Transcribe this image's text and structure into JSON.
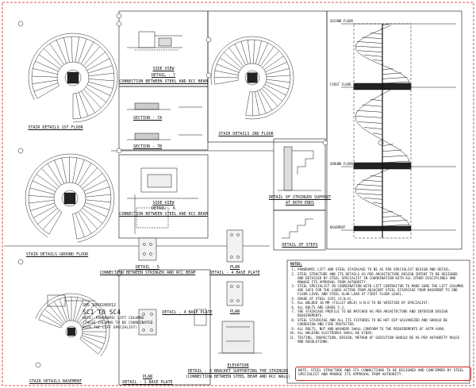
{
  "sheet": {
    "accent_color": "#d21b1b",
    "line_color": "#111111"
  },
  "titles": {
    "stair_1st": "STAIR DETAILS 1ST FLOOR",
    "stair_2nd": "STAIR DETAILS 2ND FLOOR",
    "stair_ground": "STAIR DETAILS GROUND FLOOR",
    "stair_basement": "STAIR DETAILS BASEMENT",
    "side_view_1": "SIDE VIEW",
    "detail_7": "DETAIL - 7",
    "detail_7_sub": "CONNECTION BETWEEN STEEL AND RCC BEAM",
    "section_7a": "SECTION - 7A",
    "section_7b": "SECTION - 7B",
    "side_view_2": "SIDE VIEW",
    "detail_6": "DETAIL - 6",
    "detail_6_sub": "CONNECTION BETWEEN STEEL AND RCC BEAM",
    "detail_5": "DETAIL - 5",
    "detail_5_sub": "CONNECTION BETWEEN STRINGER AND RCC BEAM",
    "plan_4": "PLAN",
    "detail_4": "DETAIL - 4 BASE PLATE",
    "plan_4b": "PLAN",
    "detail_4b": "DETAIL - 4 BASE PLATE",
    "plan_1": "PLAN",
    "detail_1": "DETAIL - 1 BASE PLATE",
    "elevation": "ELEVATION",
    "detail_3": "DETAIL - 3 BRACKET SUPPORTING THE STRINGER",
    "detail_3_sub": "(CONNECTION BETWEEN STEEL BEAM AND RCC WALL)",
    "detail_stringer": "DETAIL OF STRINGER SUPPORT",
    "detail_stringer_sub": "AT BOTH ENDS",
    "detail_steps": "DETAIL OF STEPS",
    "second_floor": "SECOND FLOOR",
    "first_floor": "FIRST FLOOR",
    "ground_floor": "GROUND FLOOR",
    "basement": "BASEMENT"
  },
  "column_note": {
    "size": "SHS 100X100X12",
    "code": "SC1 TO SC4",
    "line1": "NOTE: PANORAMIC LIFT COLUMNS",
    "line2": "(THESE COLUMNS TO BE COORDINATED",
    "line3": "WITH THE LIFT SPECIALIST)"
  },
  "notes": {
    "heading": "NOTES:",
    "items": [
      "PANORAMIC LIFT AND STEEL STAIRCASE TO BE AS PER SPECIALIST DESIGN AND DETAIL.",
      "STEEL STRUCTURE AND ITS DETAILS AS PER ARCHITECTURE DESIGN INTENT TO BE DESIGNED AND DETAILED BY STEEL SPECIALIST IN COORDINATION WITH ALL OTHER DISCIPLINES AND MANAGE ITS APPROVAL FROM AUTHORITY.",
      "STEEL SPECIALIST IN COORDINATION WITH LIFT CONTRACTOR TO MAKE SURE THE LIFT COLUMNS ARE SAFE FOR THE LOADS ACTING FROM ADJACENT STEEL STAIRCASE FROM BASEMENT TO 2ND FLOOR LEVEL AND STEEL SLAB LOAD AT FIRST FLOOR LEVEL.",
      "GRADE OF STEEL S355 (U.N.O).",
      "ALL WELDED 10 MM (FILLET WELD) U.N.O TO BE VERIFIED BY SPECIALIST.",
      "ALL BOLTS ARE GRADE 5.3.",
      "THE STAIRCASE PROFILE TO BE MATCHED AS PER ARCHITECTURE AND INTERIOR DESIGN REQUIREMENTS.",
      "STEEL STAIRCASE AND ALL ITS FIXTURES TO BE HOT DIP GALVANIZED AND SHOULD BE CORROSION AND FIRE PROTECTED.",
      "ALL BOLTS, NUT AND WASHERS SHALL CONFORM TO THE REQUIREMENTS OF ASTM A490.",
      "ALL WELDING ELECTRODES SHALL BE E70XX.",
      "TESTING, INSPECTION, DESIGN, METHOD OF EXECUTION SHOULD BE AS PER AUTHORITY RULES AND REGULATIONS."
    ],
    "highlight": "NOTE: STEEL STRUCTURE AND ITS CONNECTIONS TO BE DESIGNED AND CONFIRMED BY STEEL SPECIALIST AND MANAGE ITS APPROVAL FROM AUTHORITY."
  }
}
